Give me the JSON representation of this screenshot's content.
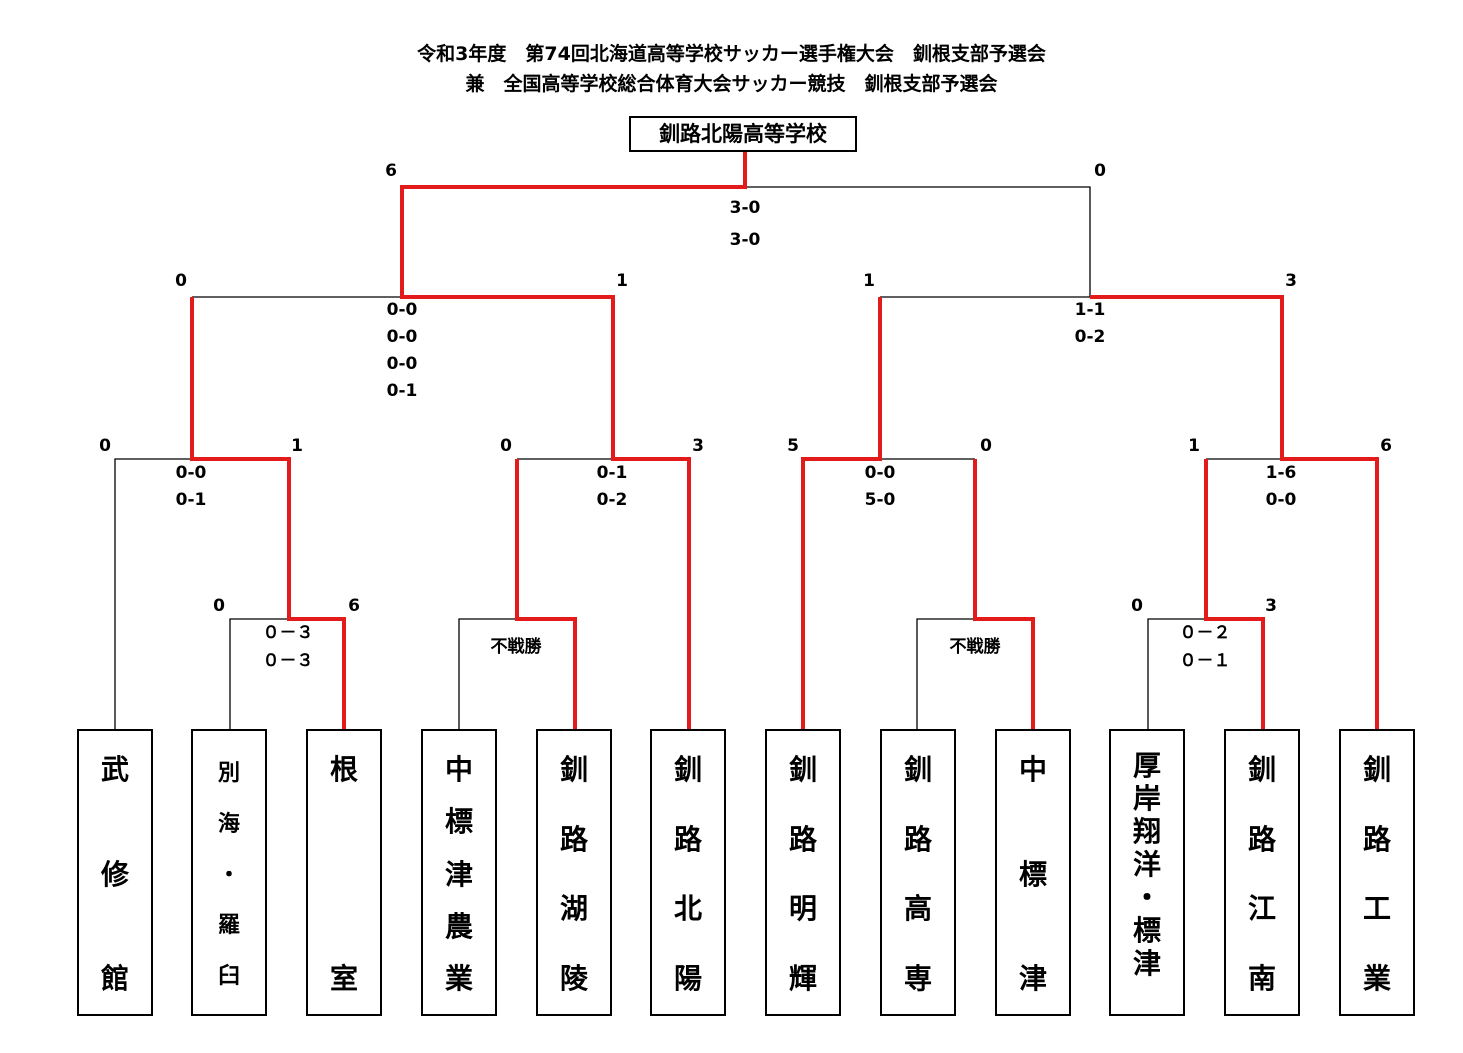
{
  "title": {
    "line1": "令和3年度　第74回北海道高等学校サッカー選手権大会　釧根支部予選会",
    "line2": "兼　全国高等学校総合体育大会サッカー競技　釧根支部予選会"
  },
  "champion": "釧路北陽高等学校",
  "colors": {
    "winner_line": "#e31b1b",
    "line": "#000000"
  },
  "teams": [
    {
      "name": "武修館",
      "chars": [
        "武",
        "修",
        "館"
      ]
    },
    {
      "name": "別海・羅臼",
      "chars": [
        "別",
        "海",
        "・",
        "羅",
        "臼"
      ]
    },
    {
      "name": "根室",
      "chars": [
        "根",
        "室"
      ]
    },
    {
      "name": "中標津農業",
      "chars": [
        "中",
        "標",
        "津",
        "農",
        "業"
      ]
    },
    {
      "name": "釧路湖陵",
      "chars": [
        "釧",
        "路",
        "湖",
        "陵"
      ]
    },
    {
      "name": "釧路北陽",
      "chars": [
        "釧",
        "路",
        "北",
        "陽"
      ]
    },
    {
      "name": "釧路明輝",
      "chars": [
        "釧",
        "路",
        "明",
        "輝"
      ]
    },
    {
      "name": "釧路高専",
      "chars": [
        "釧",
        "路",
        "高",
        "専"
      ]
    },
    {
      "name": "中標津",
      "chars": [
        "中",
        "標",
        "津"
      ]
    },
    {
      "name": "厚岸翔洋・標津",
      "chars": [
        "厚",
        "岸",
        "翔",
        "洋",
        "・",
        "標",
        "津"
      ]
    },
    {
      "name": "釧路江南",
      "chars": [
        "釧",
        "路",
        "江",
        "南"
      ]
    },
    {
      "name": "釧路工業",
      "chars": [
        "釧",
        "路",
        "工",
        "業"
      ]
    }
  ],
  "round1": [
    {
      "left_score": "0",
      "right_score": "6",
      "halves": [
        "０－３",
        "０－３"
      ]
    },
    {
      "note": "不戦勝"
    },
    {
      "note": "不戦勝"
    },
    {
      "left_score": "0",
      "right_score": "3",
      "halves": [
        "０－２",
        "０－１"
      ]
    }
  ],
  "quarterfinals": [
    {
      "left_score": "0",
      "right_score": "1",
      "halves": [
        "0-0",
        "0-1"
      ]
    },
    {
      "left_score": "0",
      "right_score": "3",
      "halves": [
        "0-1",
        "0-2"
      ]
    },
    {
      "left_score": "5",
      "right_score": "0",
      "halves": [
        "0-0",
        "5-0"
      ]
    },
    {
      "left_score": "1",
      "right_score": "6",
      "halves": [
        "1-6",
        "0-0"
      ]
    }
  ],
  "semifinals": [
    {
      "left_score": "0",
      "right_score": "1",
      "halves": [
        "0-0",
        "0-0",
        "0-0",
        "0-1"
      ]
    },
    {
      "left_score": "1",
      "right_score": "3",
      "halves": [
        "1-1",
        "0-2"
      ]
    }
  ],
  "final": {
    "left_score": "6",
    "right_score": "0",
    "halves": [
      "3-0",
      "3-0"
    ]
  }
}
